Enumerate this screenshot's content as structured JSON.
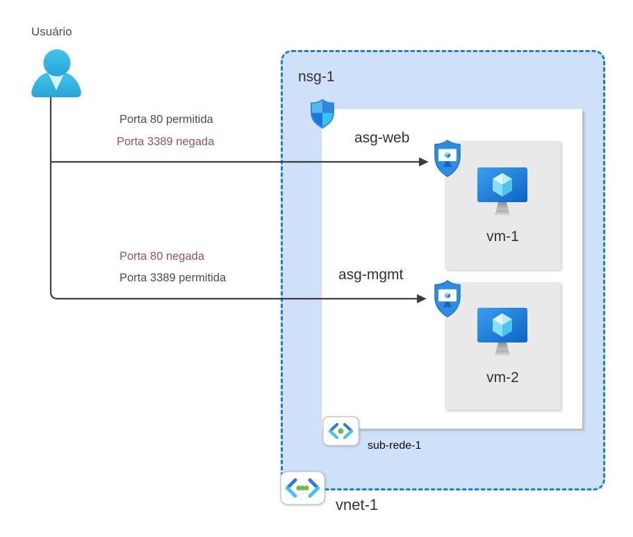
{
  "user": {
    "label": "Usuário"
  },
  "flows": [
    {
      "target": "asg-web",
      "rules": [
        {
          "text": "Porta 80 permitida",
          "status": "allowed"
        },
        {
          "text": "Porta 3389 negada",
          "status": "denied"
        }
      ]
    },
    {
      "target": "asg-mgmt",
      "rules": [
        {
          "text": "Porta 80 negada",
          "status": "denied"
        },
        {
          "text": "Porta 3389 permitida",
          "status": "allowed"
        }
      ]
    }
  ],
  "network": {
    "vnet_label": "vnet-1",
    "subnet_label": "sub-rede-1",
    "nsg_label": "nsg-1",
    "asg_web_label": "asg-web",
    "asg_mgmt_label": "asg-mgmt",
    "vm1_label": "vm-1",
    "vm2_label": "vm-2"
  },
  "colors": {
    "vnet_fill": "#cfe1f8",
    "vnet_border": "#1f7ecd",
    "subnet_fill": "#ffffff",
    "vm_box_fill": "#e9e9e9",
    "arrow": "#3d3d3d",
    "allowed_text": "#4d4d4d",
    "denied_text": "#9b5456",
    "azure_blue": "#2e8ce2",
    "user_cyan": "#35b9e6",
    "green_dot": "#6cbe44"
  }
}
